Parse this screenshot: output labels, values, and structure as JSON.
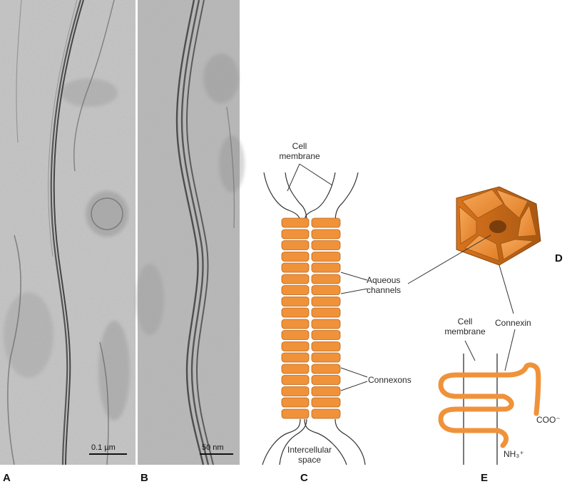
{
  "panels": {
    "a": "A",
    "b": "B",
    "c": "C",
    "d": "D",
    "e": "E"
  },
  "micrograph_a": {
    "scale_label": "0.1 µm"
  },
  "micrograph_b": {
    "scale_label": "50 nm"
  },
  "diagram_c": {
    "cell_membrane_line1": "Cell",
    "cell_membrane_line2": "membrane",
    "aqueous_line1": "Aqueous",
    "aqueous_line2": "channels",
    "connexons": "Connexons",
    "intercellular_line1": "Intercellular",
    "intercellular_line2": "space"
  },
  "diagram_e": {
    "cell_membrane_line1": "Cell",
    "cell_membrane_line2": "membrane",
    "connexin": "Connexin",
    "cooh_terminus": "COO⁻",
    "nh3_terminus": "NH₃⁺"
  },
  "colors": {
    "connexon_fill": "#f0923a",
    "connexon_stroke": "#b86418",
    "gray_micrograph": "#b8b8b8"
  }
}
